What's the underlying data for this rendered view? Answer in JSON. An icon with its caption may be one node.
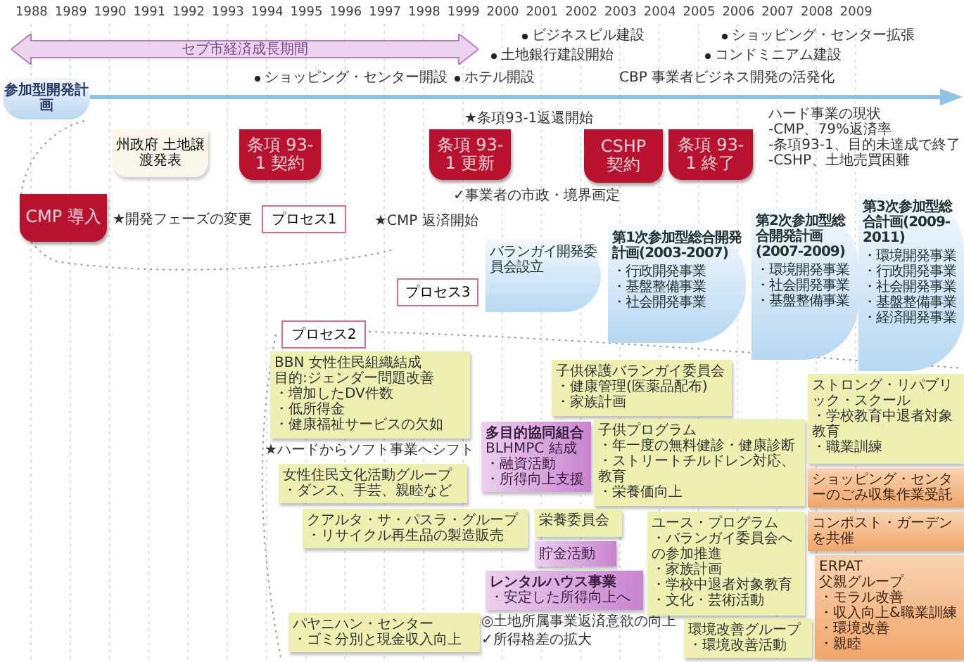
{
  "diagram": {
    "nodes": [
      {
        "text": [
          "セブ市経済成長期間"
        ]
      },
      {
        "text": [
          "参加型開発計画"
        ]
      },
      {
        "text": [
          "州政府 土地譲渡発表"
        ]
      },
      {
        "text": [
          "条項 93-1 契約"
        ]
      },
      {
        "text": [
          "条項 93-1 更新"
        ]
      },
      {
        "text": [
          "CSHP 契約"
        ]
      },
      {
        "text": [
          "条項 93-1 終了"
        ]
      },
      {
        "text": [
          "CMP 導入"
        ]
      },
      {
        "text": [
          "プロセス1"
        ]
      },
      {
        "text": [
          "プロセス3"
        ]
      },
      {
        "text": [
          "バランガイ開発委員会設立"
        ]
      },
      {
        "text": [
          "第1次参加型総合開発計画(2003-2007)",
          "・行政開発事業",
          "・基盤整備事業",
          "・社会開発事業"
        ]
      },
      {
        "text": [
          "第2次参加型総合開発計画(2007-2009)",
          "・環境開発事業",
          "・社会開発事業",
          "・基盤整備事業"
        ]
      },
      {
        "text": [
          "第3次参加型総合計画(2009-2011)",
          "・環境開発事業",
          "・行政開発事業",
          "・社会開発事業",
          "・基盤整備事業",
          "・経済開発事業"
        ]
      },
      {
        "text": [
          "プロセス2"
        ]
      },
      {
        "text": [
          "BBN 女性住民組織結成",
          "目的:ジェンダー問題改善",
          "・増加したDV件数",
          "・低所得金",
          "・健康福祉サービスの欠如"
        ]
      },
      {
        "text": [
          "子供保護バランガイ委員会",
          "・健康管理(医薬品配布)",
          "・家族計画"
        ]
      },
      {
        "text": [
          "多目的協同組合",
          "BLHMPC 結成",
          "・融資活動",
          "・所得向上支援"
        ]
      },
      {
        "text": [
          "子供プログラム",
          "・年一度の無料健診・健康診断",
          "・ストリートチルドレン対応、教育",
          "・栄養価向上"
        ]
      },
      {
        "text": [
          "ストロング・リパブリック・スクール",
          "・学校教育中退者対象教育",
          "・職業訓練"
        ]
      },
      {
        "text": [
          "女性住民文化活動グループ",
          "・ダンス、手芸、親睦など"
        ]
      },
      {
        "text": [
          "ショッピング・センターのごみ収集作業受託"
        ]
      },
      {
        "text": [
          "栄養委員会"
        ]
      },
      {
        "text": [
          "ユース・プログラム",
          "・バランガイ委員会への参加推進",
          "・家族計画",
          "・学校中退者対象教育",
          "・文化・芸術活動"
        ]
      },
      {
        "text": [
          "コンポスト・ガーデンを共催"
        ]
      },
      {
        "text": [
          "クアルタ・サ・パスラ・グループ",
          "・リサイクル再生品の製造販売"
        ]
      },
      {
        "text": [
          "貯金活動"
        ]
      },
      {
        "text": [
          "レンタルハウス事業",
          "・安定した所得向上へ"
        ]
      },
      {
        "text": [
          "ERPAT",
          "父親グループ",
          "・モラル改善",
          "・収入向上&職業訓練",
          "・環境改善",
          "・親睦"
        ]
      },
      {
        "text": [
          "パヤニハン・センター",
          "・ゴミ分別と現金収入向上"
        ]
      },
      {
        "text": [
          "環境改善グループ",
          "・環境改善活動"
        ]
      }
    ],
    "labels": [
      "1988",
      "1989",
      "1990",
      "1991",
      "1992",
      "1993",
      "1994",
      "1995",
      "1996",
      "1997",
      "1998",
      "1999",
      "2000",
      "2001",
      "2002",
      "2003",
      "2004",
      "2005",
      "2006",
      "2007",
      "2008",
      "2009",
      "ビジネスビル建設",
      "ショッピング・センター拡張",
      "土地銀行建設開始",
      "コンドミニアム建設",
      "ショッピング・センター開設",
      "ホテル開設",
      "CBP 事業者ビジネス開発の活発化",
      "★条項93-1返還開始",
      "ハード事業の現状",
      "-CMP、79%返済率",
      "-条項93-1、目的未達成で終了",
      "-CSHP、土地売買困難",
      "★開発フェーズの変更",
      "✓事業者の市政・境界画定",
      "★CMP 返済開始",
      "★ハードからソフト事業へシフト",
      "◎土地所属事業返済意欲の向上",
      "✓所得格差の拡大"
    ]
  }
}
